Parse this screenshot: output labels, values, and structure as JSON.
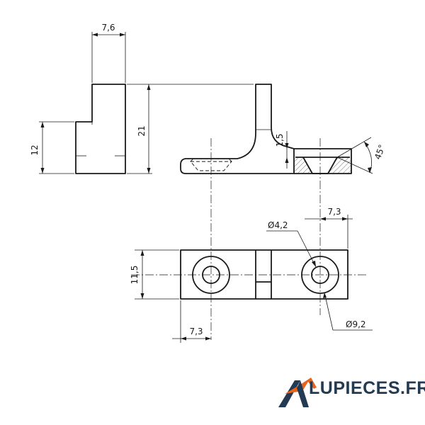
{
  "dimensions": {
    "top_width": "7,6",
    "left_height": "12",
    "total_height": "21",
    "thickness": "1,5",
    "angle": "45°",
    "hole_offset_top": "7,3",
    "hole_offset_bottom": "7,3",
    "width": "11,5",
    "small_diameter": "Ø4,2",
    "large_diameter": "Ø9,2"
  },
  "logo": {
    "text": "LUPIECES.FR",
    "colors": {
      "primary": "#223a52",
      "accent": "#e8641b"
    }
  }
}
